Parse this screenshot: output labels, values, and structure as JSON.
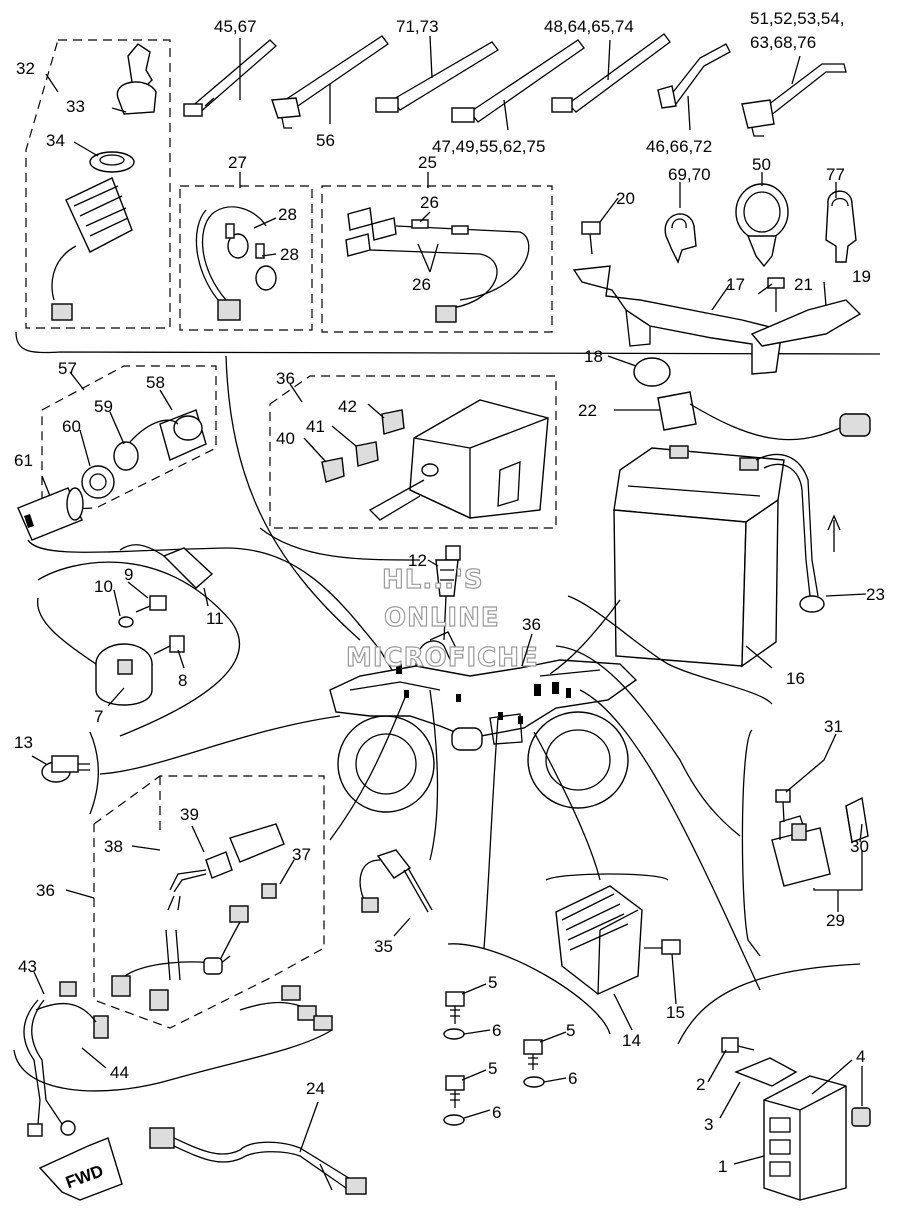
{
  "watermark": {
    "line1": "HL...'S",
    "line2": "ONLINE",
    "line3": "MICROFICHE"
  },
  "direction_tag": "FWD",
  "callouts": {
    "c1": "1",
    "c2": "2",
    "c3": "3",
    "c4": "4",
    "c5a": "5",
    "c5b": "5",
    "c5c": "5",
    "c6a": "6",
    "c6b": "6",
    "c6c": "6",
    "c7": "7",
    "c8": "8",
    "c9": "9",
    "c10": "10",
    "c11": "11",
    "c12": "12",
    "c13": "13",
    "c14": "14",
    "c15": "15",
    "c16": "16",
    "c17": "17",
    "c18": "18",
    "c19": "19",
    "c20": "20",
    "c21": "21",
    "c22": "22",
    "c23": "23",
    "c24": "24",
    "c25": "25",
    "c26a": "26",
    "c26b": "26",
    "c27": "27",
    "c28a": "28",
    "c28b": "28",
    "c29": "29",
    "c30": "30",
    "c31": "31",
    "c32": "32",
    "c33": "33",
    "c34": "34",
    "c35": "35",
    "c36a": "36",
    "c36b": "36",
    "c36c": "36",
    "c37": "37",
    "c38": "38",
    "c39": "39",
    "c40": "40",
    "c41": "41",
    "c42": "42",
    "c43": "43",
    "c44": "44",
    "c57": "57",
    "c58": "58",
    "c59": "59",
    "c60": "60",
    "c61": "61",
    "c50": "50",
    "c77": "77",
    "c69_70": "69,70",
    "c45_67": "45,67",
    "c56": "56",
    "c71_73": "71,73",
    "c47_group": "47,49,55,62,75",
    "c48_group": "48,64,65,74",
    "c46_group": "46,66,72",
    "c51_group_a": "51,52,53,54,",
    "c51_group_b": "63,68,76"
  }
}
